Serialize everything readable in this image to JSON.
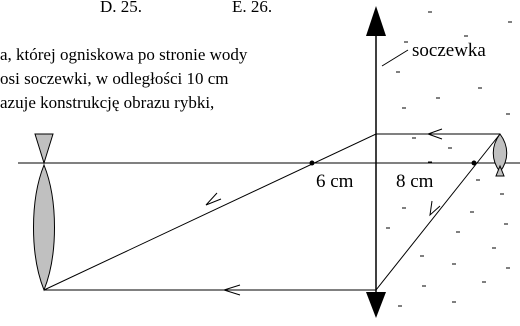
{
  "top_text": {
    "option_d": "D. 25.",
    "option_e": "E. 26."
  },
  "problem_text": {
    "line1": "a, której ogniskowa po stronie wody",
    "line2": "osi soczewki, w odległości 10 cm",
    "line3": "azuje konstrukcję obrazu rybki,"
  },
  "diagram": {
    "lens_label": "soczewka",
    "dist_left": "6 cm",
    "dist_right": "8 cm"
  },
  "colors": {
    "fish_fill": "#c0c0c0",
    "line": "#000000"
  }
}
